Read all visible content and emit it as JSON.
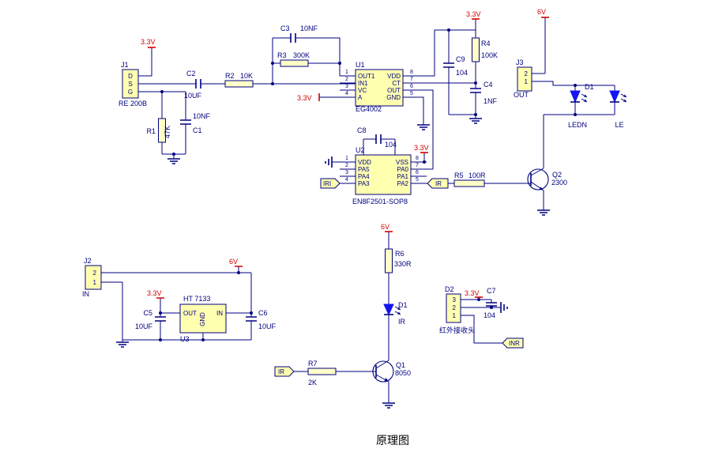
{
  "title": "原理图",
  "power_labels": {
    "v33": "3.3V",
    "v6": "6V"
  },
  "connectors": {
    "j1": {
      "ref": "J1",
      "part": "RE 200B",
      "pin_d": "D",
      "pin_s": "S",
      "pin_g": "G"
    },
    "j2": {
      "ref": "J2",
      "label": "IN",
      "pin2": "2",
      "pin1": "1"
    },
    "j3": {
      "ref": "J3",
      "label": "OUT",
      "pin2": "2",
      "pin1": "1"
    },
    "d2": {
      "ref": "D2",
      "part": "红外接收头",
      "pin3": "3",
      "pin2": "2",
      "pin1": "1"
    }
  },
  "ics": {
    "u1": {
      "ref": "U1",
      "part": "EG4002",
      "left": [
        {
          "num": "1",
          "name": "OUT1"
        },
        {
          "num": "2",
          "name": "IN1"
        },
        {
          "num": "3",
          "name": "VC"
        },
        {
          "num": "4",
          "name": "A"
        }
      ],
      "right": [
        {
          "num": "8",
          "name": "VDD"
        },
        {
          "num": "7",
          "name": "CT"
        },
        {
          "num": "6",
          "name": "OUT"
        },
        {
          "num": "5",
          "name": "GND"
        }
      ]
    },
    "u2": {
      "ref": "U2",
      "part": "EN8F2501-SOP8",
      "left": [
        {
          "num": "1",
          "name": "VDD"
        },
        {
          "num": "2",
          "name": "PA5"
        },
        {
          "num": "3",
          "name": "PA4"
        },
        {
          "num": "4",
          "name": "PA3"
        }
      ],
      "right": [
        {
          "num": "8",
          "name": "VSS"
        },
        {
          "num": "7",
          "name": "PA0"
        },
        {
          "num": "6",
          "name": "PA1"
        },
        {
          "num": "5",
          "name": "PA2"
        }
      ]
    },
    "u3": {
      "ref": "U3",
      "part": "HT 7133",
      "pin_out": "OUT",
      "pin_gnd": "GND",
      "pin_in": "IN"
    }
  },
  "resistors": {
    "r1": {
      "ref": "R1",
      "value": "47K"
    },
    "r2": {
      "ref": "R2",
      "value": "10K"
    },
    "r3": {
      "ref": "R3",
      "value": "300K"
    },
    "r4": {
      "ref": "R4",
      "value": "100K"
    },
    "r5": {
      "ref": "R5",
      "value": "100R"
    },
    "r6": {
      "ref": "R6",
      "value": "330R"
    },
    "r7": {
      "ref": "R7",
      "value": "2K"
    }
  },
  "capacitors": {
    "c1": {
      "ref": "C1",
      "value": "10NF"
    },
    "c2": {
      "ref": "C2",
      "value": "10UF"
    },
    "c3": {
      "ref": "C3",
      "value": "10NF"
    },
    "c4": {
      "ref": "C4",
      "value": "1NF"
    },
    "c5": {
      "ref": "C5",
      "value": "10UF"
    },
    "c6": {
      "ref": "C6",
      "value": "10UF"
    },
    "c7": {
      "ref": "C7",
      "value": "104"
    },
    "c8": {
      "ref": "C8",
      "value": "104"
    },
    "c9": {
      "ref": "C9",
      "value": "104"
    }
  },
  "leds": {
    "d1_pilot": {
      "ref": "D1",
      "part": "LEDN"
    },
    "d_pilot2": {
      "part": "LE"
    },
    "d1_ir": {
      "ref": "D1",
      "label": "IR"
    }
  },
  "transistors": {
    "q1": {
      "ref": "Q1",
      "part": "8050"
    },
    "q2": {
      "ref": "Q2",
      "part": "2300"
    }
  },
  "net_ports": {
    "iri": "IRI",
    "ir": "IR",
    "inr": "INR"
  },
  "colors": {
    "wire": "#000080",
    "power_label": "#d40000",
    "component_fill": "#ffffb0",
    "led_fill": "#1414f0"
  }
}
